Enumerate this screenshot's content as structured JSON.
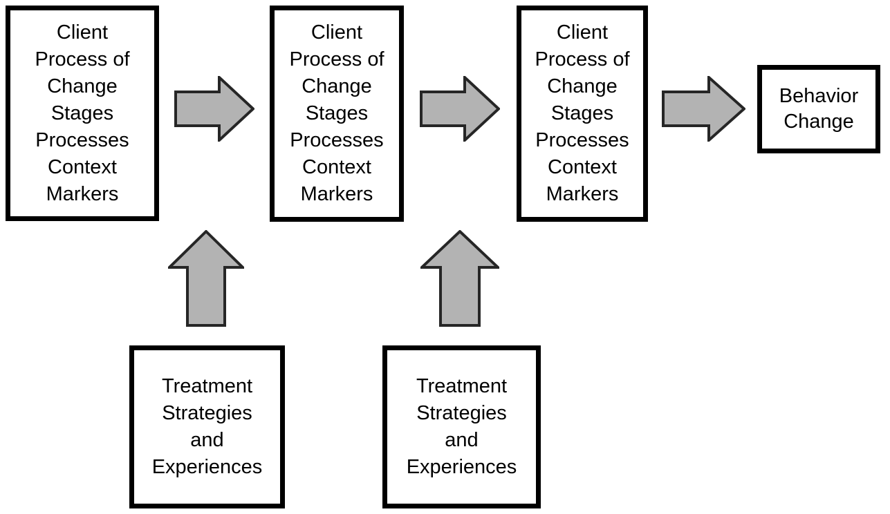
{
  "colors": {
    "background": "#ffffff",
    "box_border": "#000000",
    "text": "#000000",
    "arrow_fill": "#b3b3b3",
    "arrow_stroke": "#262626"
  },
  "stage_boxes": [
    {
      "text": "Client\nProcess of\nChange\nStages\nProcesses\nContext\nMarkers"
    },
    {
      "text": "Client\nProcess of\nChange\nStages\nProcesses\nContext\nMarkers"
    },
    {
      "text": "Client\nProcess of\nChange\nStages\nProcesses\nContext\nMarkers"
    }
  ],
  "outcome_box": {
    "text": "Behavior\nChange"
  },
  "treatment_boxes": [
    {
      "text": "Treatment\nStrategies\nand\nExperiences"
    },
    {
      "text": "Treatment\nStrategies\nand\nExperiences"
    }
  ]
}
